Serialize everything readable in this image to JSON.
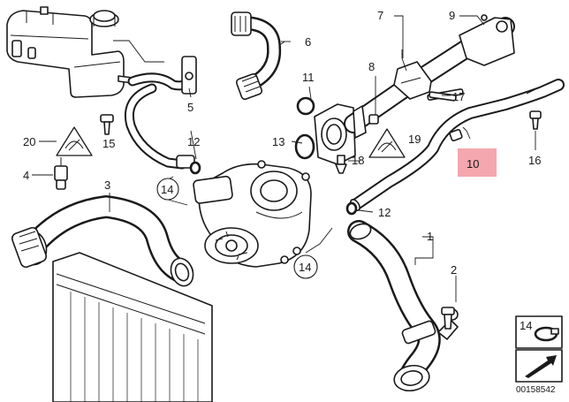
{
  "diagram": {
    "callouts": {
      "c1": "1",
      "c2": "2",
      "c3": "3",
      "c4": "4",
      "c5": "5",
      "c6": "6",
      "c7": "7",
      "c8": "8",
      "c9": "9",
      "c10": "10",
      "c11": "11",
      "c12a": "12",
      "c12b": "12",
      "c13": "13",
      "c14a": "14",
      "c14b": "14",
      "c15": "15",
      "c16": "16",
      "c17": "17",
      "c18": "18",
      "c19": "19",
      "c20": "20"
    },
    "highlighted_part": "10",
    "highlight_color": "#f4a7ae",
    "legend": {
      "label": "14"
    },
    "reference_number": "00158542",
    "icons": [
      "expansion-tank-icon",
      "warning-triangle-icon",
      "water-pump-icon",
      "radiator-icon",
      "hose-clamp-icon",
      "arrow-icon"
    ]
  }
}
